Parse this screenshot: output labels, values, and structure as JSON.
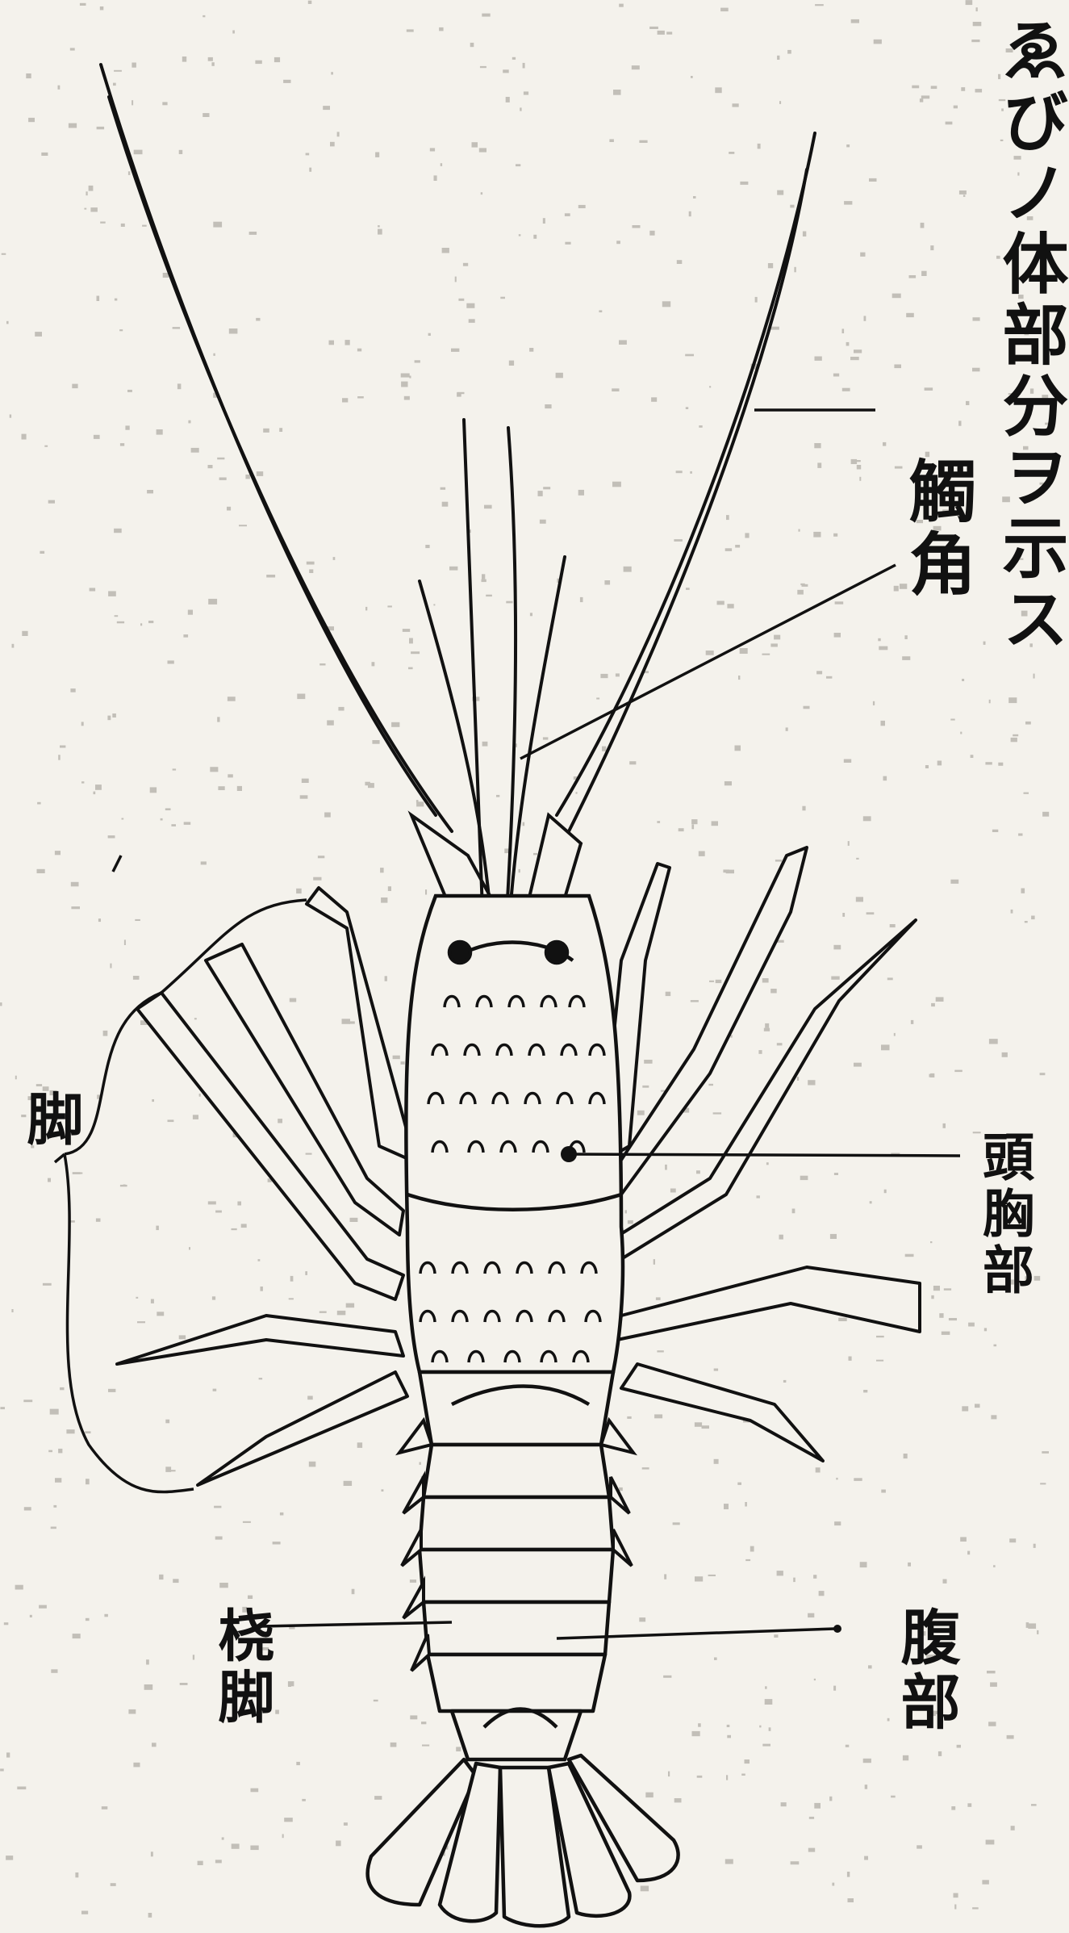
{
  "figure": {
    "title": "ゑびノ体部分ヲ示ス",
    "labels": {
      "antenna": "觸角",
      "legs": "脚",
      "cephalothorax": "頭胸部",
      "swimmerets": "桡脚",
      "abdomen": "腹部"
    }
  },
  "colors": {
    "paper": "#f4f2ec",
    "ink": "#111111",
    "speckle": "#9a978f"
  }
}
